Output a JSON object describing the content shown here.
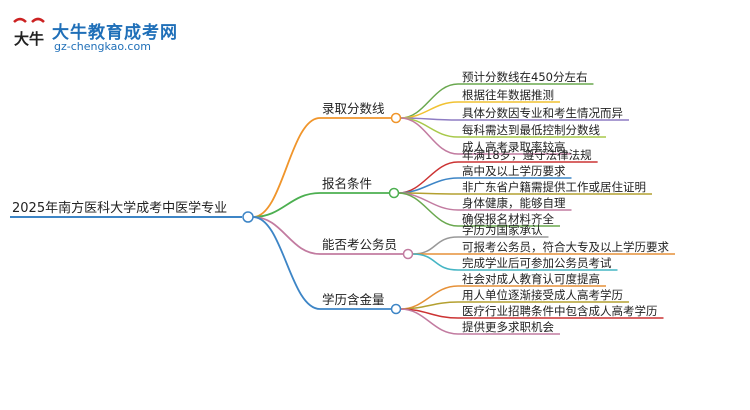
{
  "logo": {
    "title": "大牛教育成考网",
    "url": "gz-chengkao.com",
    "mark": "大牛"
  },
  "root": {
    "label": "2025年南方医科大学成考中医学专业"
  },
  "branches": [
    {
      "label": "录取分数线",
      "color": "#f0952b",
      "leaves": [
        {
          "label": "预计分数线在450分左右",
          "color": "#6aa84f"
        },
        {
          "label": "根据往年数据推测",
          "color": "#f1c232"
        },
        {
          "label": "具体分数因专业和考生情况而异",
          "color": "#8e7cc3"
        },
        {
          "label": "每科需达到最低控制分数线",
          "color": "#a8c94a"
        },
        {
          "label": "成人高考录取率较高",
          "color": "#c27ba0"
        }
      ]
    },
    {
      "label": "报名条件",
      "color": "#4caf50",
      "leaves": [
        {
          "label": "年满18岁，遵守法律法规",
          "color": "#cc3333"
        },
        {
          "label": "高中及以上学历要求",
          "color": "#3d85c6"
        },
        {
          "label": "非广东省户籍需提供工作或居住证明",
          "color": "#b4a030"
        },
        {
          "label": "身体健康，能够自理",
          "color": "#c27ba0"
        },
        {
          "label": "确保报名材料齐全",
          "color": "#6aa84f"
        }
      ]
    },
    {
      "label": "能否考公务员",
      "color": "#c27ba0",
      "leaves": [
        {
          "label": "学历为国家承认",
          "color": "#999999"
        },
        {
          "label": "可报考公务员，符合大专及以上学历要求",
          "color": "#e69138"
        },
        {
          "label": "完成学业后可参加公务员考试",
          "color": "#45b5c4"
        }
      ]
    },
    {
      "label": "学历含金量",
      "color": "#3d85c6",
      "leaves": [
        {
          "label": "社会对成人教育认可度提高",
          "color": "#e69138"
        },
        {
          "label": "用人单位逐渐接受成人高考学历",
          "color": "#b4a030"
        },
        {
          "label": "医疗行业招聘条件中包含成人高考学历",
          "color": "#cc3333"
        },
        {
          "label": "提供更多求职机会",
          "color": "#c27ba0"
        }
      ]
    }
  ]
}
